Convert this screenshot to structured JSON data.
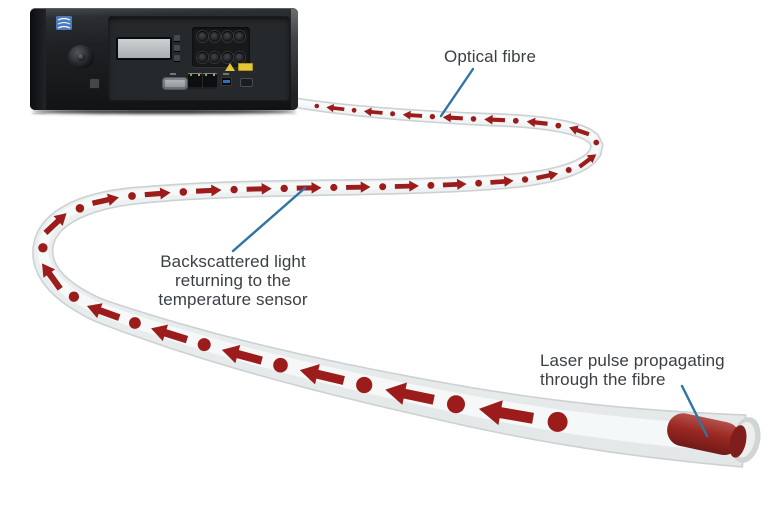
{
  "labels": {
    "optical_fibre": "Optical fibre",
    "backscatter_line1": "Backscattered light",
    "backscatter_line2": "returning to the",
    "backscatter_line3": "temperature sensor",
    "laser_line1": "Laser pulse propagating",
    "laser_line2": "through the fibre"
  },
  "colors": {
    "arrow_red": "#9c1b1b",
    "laser_body_light": "#b4514a",
    "laser_body": "#9b2823",
    "laser_body_dark": "#701a18",
    "laser_face": "#7f1e1c",
    "leader_blue": "#2f74a5",
    "label_text": "#3b4045",
    "tube_fill_light": "#f2f4f5",
    "tube_fill_dark": "#e3e7e8",
    "tube_edge": "#ccd1d3",
    "tube_highlight": "#f8fafa",
    "opening_ring": "#d0d5d6",
    "opening_inner": "#edefef",
    "warning_yellow": "#e3c832",
    "usb_blue": "#2f6fb2",
    "logo_blue": "#4a7ab8"
  }
}
